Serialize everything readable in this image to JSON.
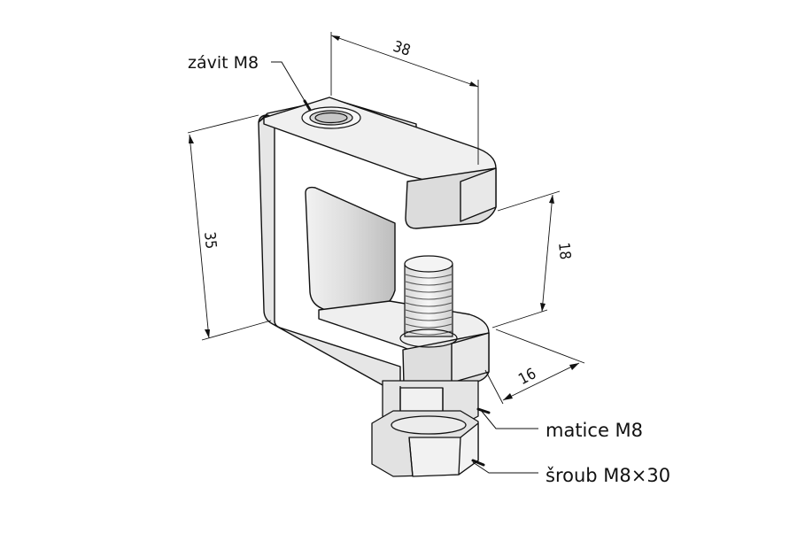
{
  "labels": {
    "thread": "závit M8",
    "nut": "matice M8",
    "screw": "šroub M8×30"
  },
  "dimensions": {
    "width": "38",
    "height": "35",
    "gap": "18",
    "depth": "16"
  },
  "colors": {
    "background": "#ffffff",
    "part_fill": "#ececec",
    "part_shade": "#d9d9d9",
    "outline": "#111111"
  }
}
